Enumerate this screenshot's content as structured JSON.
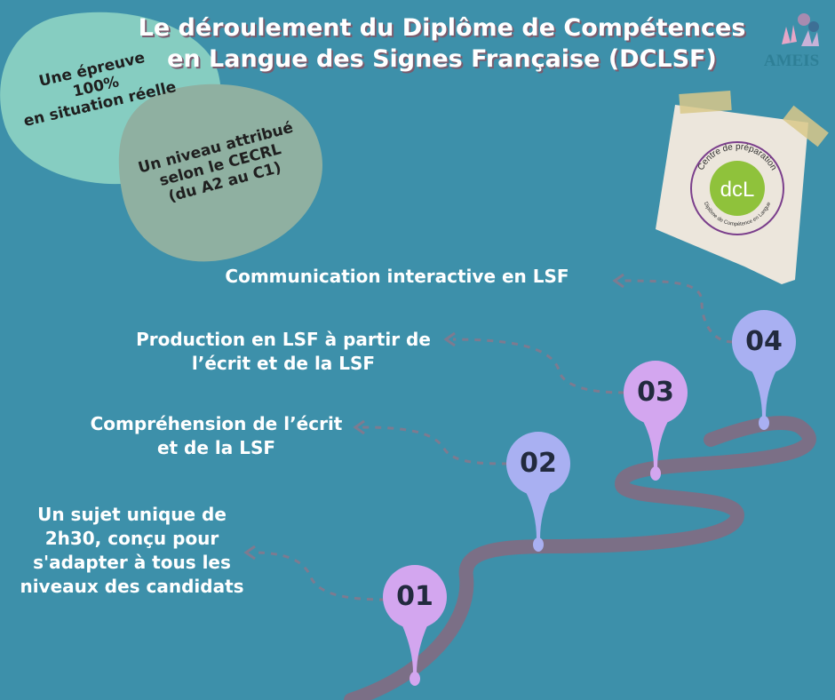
{
  "title": {
    "line1": "Le déroulement du Diplôme de Compétences",
    "line2": "en Langue des Signes Française (DCLSF)"
  },
  "logo": {
    "name": "AMEIS"
  },
  "blobs": {
    "epreuve": {
      "line1": "Une épreuve",
      "line2": "100%",
      "line3": "en situation réelle"
    },
    "niveau": {
      "line1": "Un niveau attribué",
      "line2": "selon le CECRL",
      "line3": "(du A2 au C1)"
    }
  },
  "badge": {
    "center": "dcL",
    "ring_top": "Centre de préparation",
    "ring_bottom": "Diplôme de Compétence en Langue"
  },
  "steps": [
    {
      "number": "01",
      "lines": [
        "Un sujet unique de",
        "2h30, conçu pour",
        "s'adapter à tous les",
        "niveaux des candidats"
      ]
    },
    {
      "number": "02",
      "lines": [
        "Compréhension de l’écrit",
        "et de la LSF"
      ]
    },
    {
      "number": "03",
      "lines": [
        "Production en LSF à partir de",
        "l’écrit et de la LSF"
      ]
    },
    {
      "number": "04",
      "lines": [
        "Communication interactive en LSF"
      ]
    }
  ],
  "colors": {
    "background": "#3d90aa",
    "road": "#7b6f86",
    "pin_purple": "#d3a6ef",
    "pin_blue": "#a9b0f2",
    "blob_teal": "#86cdc1",
    "blob_grey": "#8fb0a1",
    "badge_green": "#8fc23b",
    "badge_purple": "#7b3f8c"
  }
}
